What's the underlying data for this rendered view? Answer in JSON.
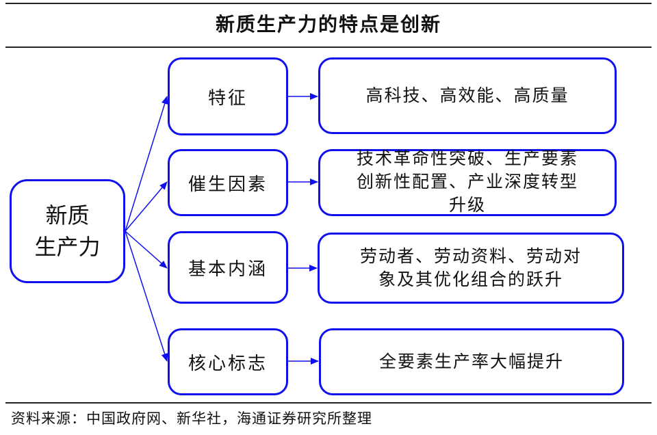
{
  "title": "新质生产力的特点是创新",
  "root": {
    "line1": "新质",
    "line2": "生产力"
  },
  "branches": [
    {
      "label": "特征",
      "description": [
        "高科技、高效能、高质量"
      ]
    },
    {
      "label": "催生因素",
      "description": [
        "技术革命性突破、生产要素",
        "创新性配置、产业深度转型",
        "升级"
      ]
    },
    {
      "label": "基本内涵",
      "description": [
        "劳动者、劳动资料、劳动对",
        "象及其优化组合的跃升"
      ]
    },
    {
      "label": "核心标志",
      "description": [
        "全要素生产率大幅提升"
      ]
    }
  ],
  "source": "资料来源：中国政府网、新华社，海通证券研究所整理",
  "colors": {
    "box_border": "#1010ee",
    "arrow": "#1010ee",
    "rule": "#222222"
  }
}
